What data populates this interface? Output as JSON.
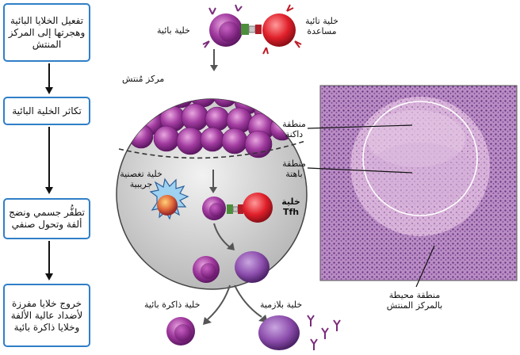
{
  "flow_steps": [
    "تفعيل الخلايا البائية وهجرتها إلى المركز المنتش",
    "تكاثر الخلية البائية",
    "تطفُّر جسمي ونضج ألفة وتحول صنفي",
    "خروج خلايا مفرزة لأضداد عالية الألفة وخلايا ذاكرة بائية"
  ],
  "labels": {
    "b_cell_top": "خلية بائية",
    "helper_t": "خلية تائية مساعدة",
    "germinal_center": "مركز مُنتش",
    "dark_zone": "منطقة داكنة",
    "light_zone": "منطقة باهتة",
    "follicular_dendritic": "خلية تغصنية جريبية",
    "tfh_cell": "خلية Tfh",
    "memory_b": "خلية ذاكرة بائية",
    "plasma_cell": "خلية بلازمية",
    "mantle_zone": "منطقة محيطة بالمركز المنتش"
  },
  "colors": {
    "flow_border": "#2f7fc7",
    "b_cell": "#8e2a8e",
    "t_cell": "#e02a2a",
    "histology": "#9b5aa0"
  }
}
